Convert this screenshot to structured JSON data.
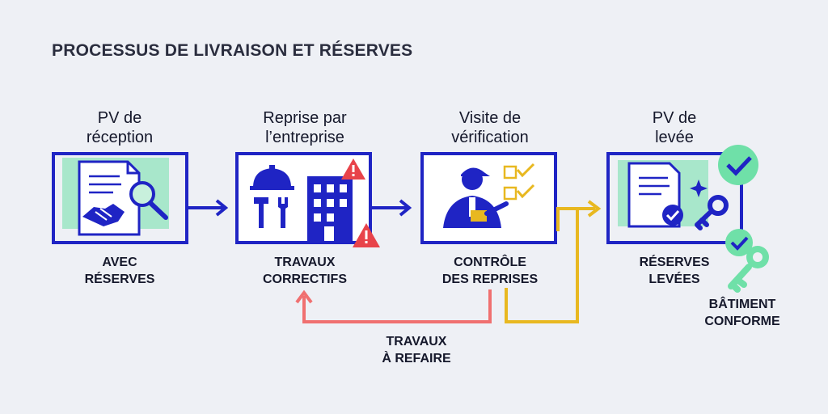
{
  "title": "PROCESSUS DE LIVRAISON ET RÉSERVES",
  "steps": [
    {
      "title_line1": "PV de",
      "title_line2": "réception",
      "label_line1": "AVEC",
      "label_line2": "RÉSERVES"
    },
    {
      "title_line1": "Reprise par",
      "title_line2": "l’entreprise",
      "label_line1": "TRAVAUX",
      "label_line2": "CORRECTIFS"
    },
    {
      "title_line1": "Visite de",
      "title_line2": "vérification",
      "label_line1": "CONTRÔLE",
      "label_line2": "DES REPRISES"
    },
    {
      "title_line1": "PV de",
      "title_line2": "levée",
      "label_line1": "RÉSERVES",
      "label_line2": "LEVÉES"
    }
  ],
  "loop_label": {
    "line1": "TRAVAUX",
    "line2": "À REFAIRE"
  },
  "final_label": {
    "line1": "BÂTIMENT",
    "line2": "CONFORME"
  },
  "colors": {
    "frame": "#1f24c4",
    "accent_green": "#6fe0a8",
    "loop_red": "#f07070",
    "loop_yellow": "#e8b820",
    "warning_red": "#e8434a",
    "check_yellow": "#e8b820"
  },
  "icons": [
    "document-icon",
    "handshake-icon",
    "magnifier-icon",
    "helmet-icon",
    "tools-icon",
    "building-icon",
    "warning-icon",
    "inspector-icon",
    "checklist-icon",
    "contract-icon",
    "key-icon",
    "check-badge-icon",
    "sparkle-icon"
  ]
}
